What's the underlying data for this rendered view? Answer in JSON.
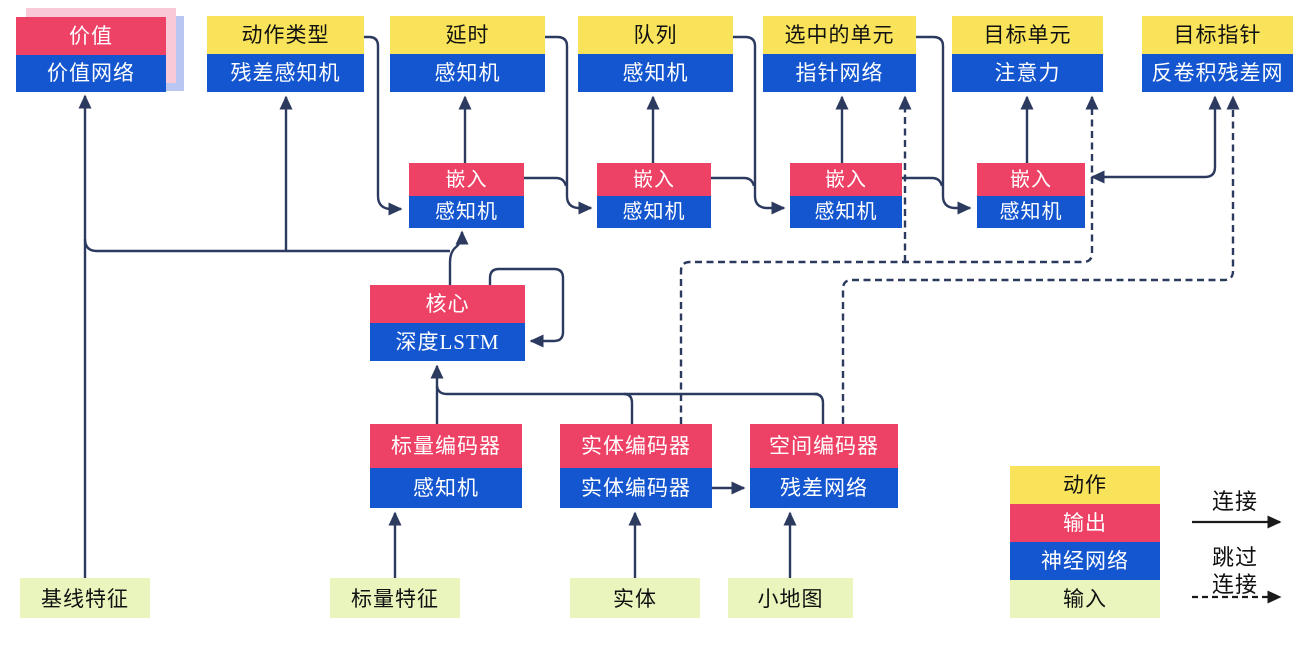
{
  "palette": {
    "yellow": "#f8e35a",
    "red": "#ee4166",
    "blue": "#1356cf",
    "green": "#e9f5bd",
    "pink": "#f9c9d8",
    "periwinkle": "#b9c6f2",
    "line": "#2b3a5e",
    "legend_arrow": "#1a1a1a"
  },
  "heads": [
    {
      "top": "价值",
      "bottom": "价值网络"
    },
    {
      "top": "动作类型",
      "bottom": "残差感知机"
    },
    {
      "top": "延时",
      "bottom": "感知机"
    },
    {
      "top": "队列",
      "bottom": "感知机"
    },
    {
      "top": "选中的单元",
      "bottom": "指针网络"
    },
    {
      "top": "目标单元",
      "bottom": "注意力"
    },
    {
      "top": "目标指针",
      "bottom": "反卷积残差网"
    }
  ],
  "embeds": [
    {
      "top": "嵌入",
      "bottom": "感知机"
    },
    {
      "top": "嵌入",
      "bottom": "感知机"
    },
    {
      "top": "嵌入",
      "bottom": "感知机"
    },
    {
      "top": "嵌入",
      "bottom": "感知机"
    }
  ],
  "core": {
    "top": "核心",
    "bottom": "深度LSTM"
  },
  "encoders": [
    {
      "top": "标量编码器",
      "bottom": "感知机"
    },
    {
      "top": "实体编码器",
      "bottom": "实体编码器"
    },
    {
      "top": "空间编码器",
      "bottom": "残差网络"
    }
  ],
  "inputs": [
    "基线特征",
    "标量特征",
    "实体",
    "小地图"
  ],
  "legend": {
    "swatches": [
      {
        "label": "动作",
        "color_key": "yellow"
      },
      {
        "label": "输出",
        "color_key": "red"
      },
      {
        "label": "神经网络",
        "color_key": "blue"
      },
      {
        "label": "输入",
        "color_key": "green"
      }
    ],
    "solid_arrow_label": "连接",
    "dashed_arrow_label_line1": "跳过",
    "dashed_arrow_label_line2": "连接"
  }
}
